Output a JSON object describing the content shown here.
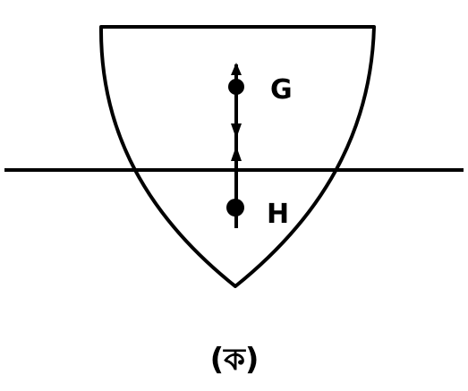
{
  "diagram": {
    "points": {
      "upper_label": "G",
      "lower_label": "H"
    },
    "caption": "(ক)",
    "colors": {
      "stroke": "#000000",
      "background": "#ffffff"
    }
  }
}
